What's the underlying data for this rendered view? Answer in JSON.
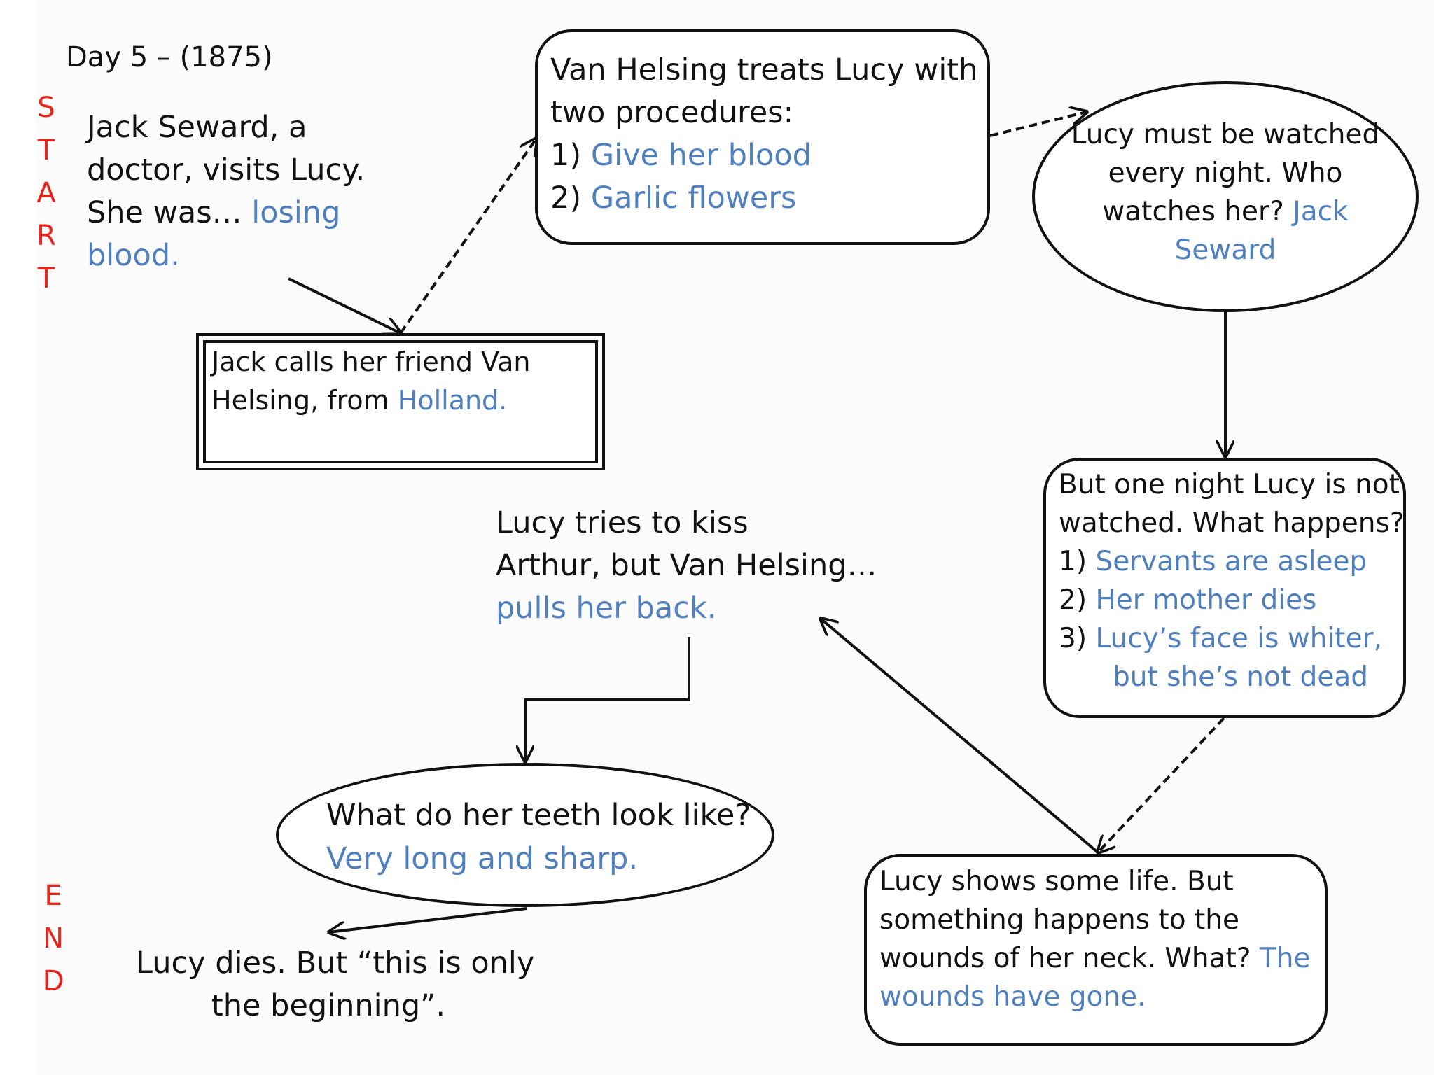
{
  "header": {
    "title": "Day 5 – (1875)"
  },
  "side_labels": {
    "start": [
      "S",
      "T",
      "A",
      "R",
      "T"
    ],
    "end": [
      "E",
      "N",
      "D"
    ],
    "color": "#e8231b"
  },
  "colors": {
    "answer_text": "#4f7fbd",
    "question_text": "#111111"
  },
  "nodes": {
    "intro": {
      "line1": "Jack Seward, a",
      "line2": "doctor, visits Lucy.",
      "line3_text": "She was… ",
      "line3_answer": "losing",
      "line4_answer": "blood."
    },
    "call": {
      "line1": "Jack calls her friend Van",
      "line2_text": "Helsing, from ",
      "line2_answer": "Holland."
    },
    "treat": {
      "line1": "Van Helsing treats Lucy with",
      "line2": "two procedures:",
      "item1_num": "1) ",
      "item1_answer": "Give her blood",
      "item2_num": "2) ",
      "item2_answer": "Garlic flowers"
    },
    "watch": {
      "line1": "Lucy must be watched",
      "line2": "every night. Who",
      "line3_text": "watches her? ",
      "line3_answer": "Jack",
      "line4_answer": "Seward"
    },
    "night": {
      "line1": "But one night Lucy is not",
      "line2": "watched. What happens?",
      "item1_num": "1) ",
      "item1_answer": "Servants are asleep",
      "item2_num": "2) ",
      "item2_answer": "Her mother dies",
      "item3_num": "3) ",
      "item3_answer": "Lucy’s face is whiter,",
      "item3_cont": "but she’s not dead"
    },
    "life": {
      "line1": "Lucy shows some life. But",
      "line2": "something happens to the",
      "line3_text": "wounds of her neck. What? ",
      "line3_answer": "The",
      "line4_answer": "wounds have gone."
    },
    "kiss": {
      "line1": "Lucy tries to kiss",
      "line2": "Arthur, but Van Helsing…",
      "line3_answer": "pulls her back."
    },
    "teeth": {
      "line1": "What do her teeth look like?",
      "line2_answer": "Very long and sharp."
    },
    "dies": {
      "line1": "Lucy dies. But “this is only",
      "line2": "the beginning”."
    }
  }
}
